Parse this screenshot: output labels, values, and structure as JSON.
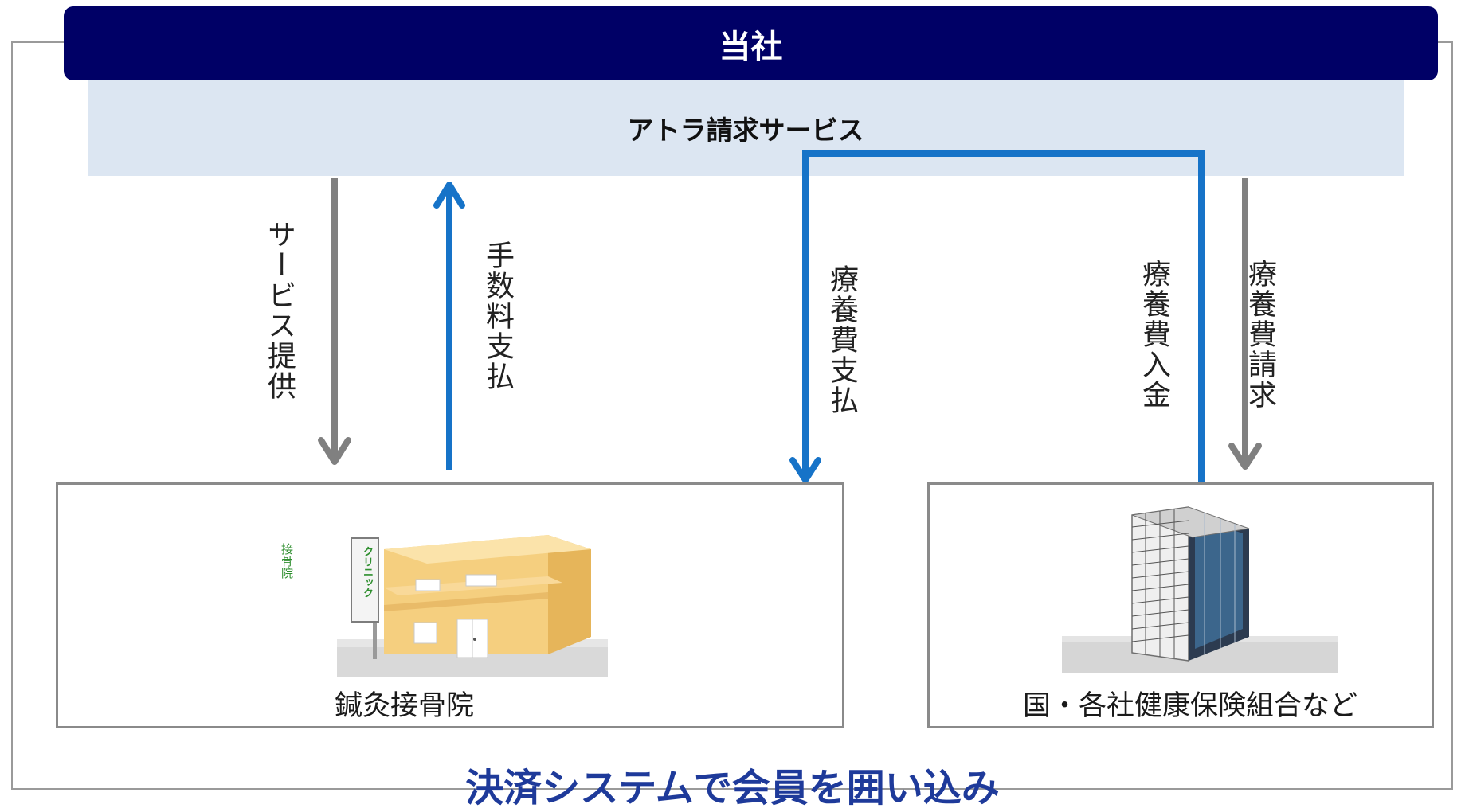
{
  "header": {
    "title": "当社"
  },
  "service": {
    "label": "アトラ請求サービス"
  },
  "flows": {
    "service_provision": "サービス提供",
    "fee_payment": "手数料支払",
    "medical_fee_payment": "療養費支払",
    "medical_fee_deposit": "療養費入金",
    "medical_fee_claim": "療養費請求"
  },
  "clinic": {
    "caption": "鍼灸接骨院",
    "sign_text": "接骨院",
    "pole_text": "クリニック"
  },
  "insurer": {
    "caption": "国・各社健康保険組合など"
  },
  "tagline": "決済システムで会員を囲い込み",
  "colors": {
    "header_bg": "#000066",
    "band_bg": "#dce6f2",
    "gray_arrow": "#808080",
    "blue_arrow": "#1673c8",
    "tagline": "#1e3a9a"
  }
}
